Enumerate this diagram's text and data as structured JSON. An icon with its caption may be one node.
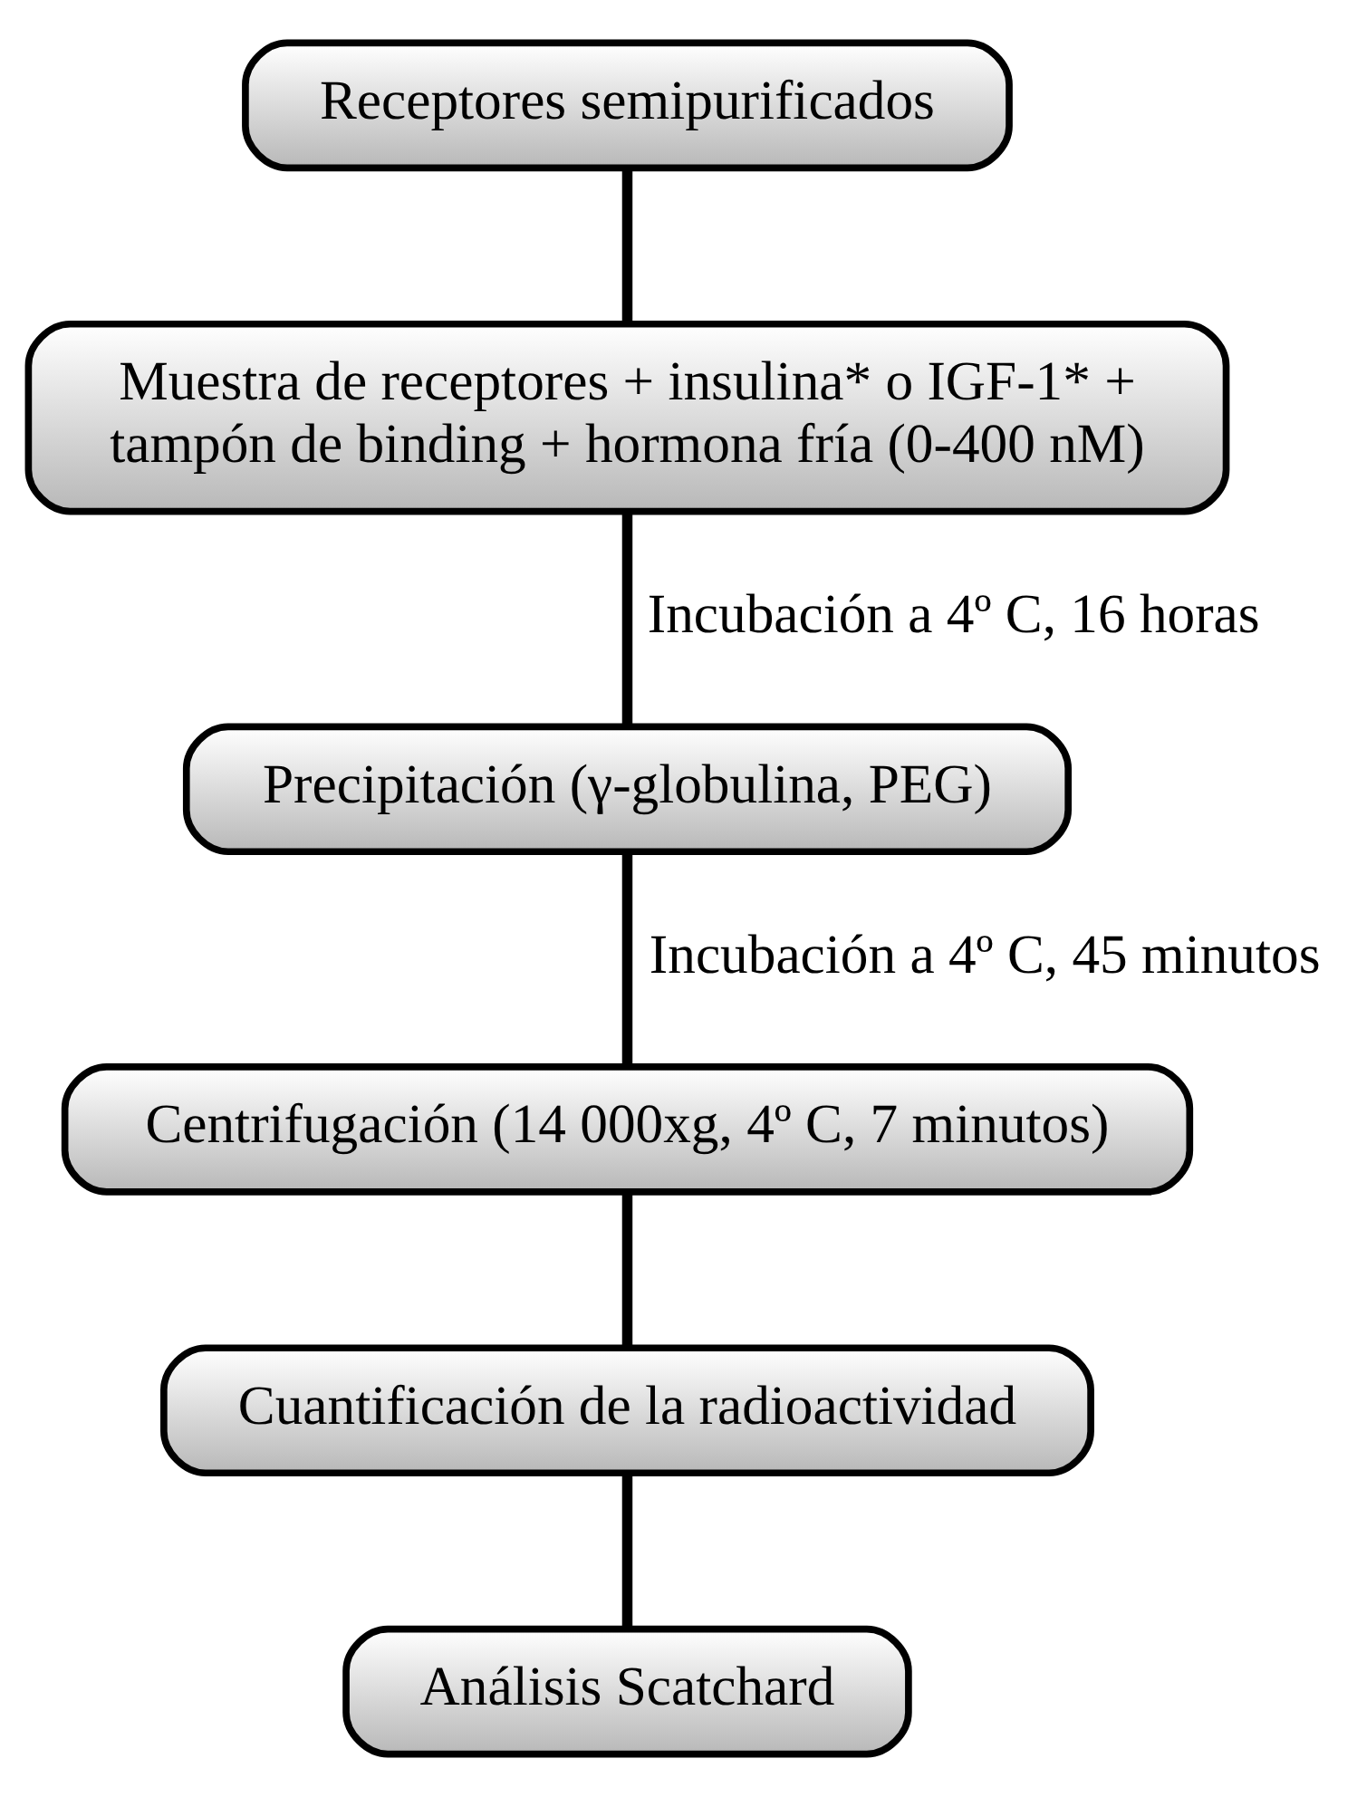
{
  "diagram": {
    "nodes": [
      {
        "text": [
          "Receptores semipurificados"
        ]
      },
      {
        "text": [
          "Muestra de receptores + insulina* o IGF-1* + tampón de binding + hormona fría (0-400 nM)"
        ]
      },
      {
        "text": [
          "Precipitación (γ-globulina, PEG)"
        ]
      },
      {
        "text": [
          "Centrifugación (14 000xg, 4º C, 7 minutos)"
        ]
      },
      {
        "text": [
          "Cuantificación de la radioactividad"
        ]
      },
      {
        "text": [
          "Análisis Scatchard"
        ]
      }
    ],
    "edges": [
      {
        "from": 0,
        "to": 1,
        "arrow": "none"
      },
      {
        "from": 1,
        "to": 2,
        "arrow": "none",
        "label": "Incubación a 4º C, 16 horas"
      },
      {
        "from": 2,
        "to": 3,
        "arrow": "none",
        "label": "Incubación a 4º C, 45 minutos"
      },
      {
        "from": 3,
        "to": 4,
        "arrow": "none"
      },
      {
        "from": 4,
        "to": 5,
        "arrow": "none"
      }
    ]
  }
}
